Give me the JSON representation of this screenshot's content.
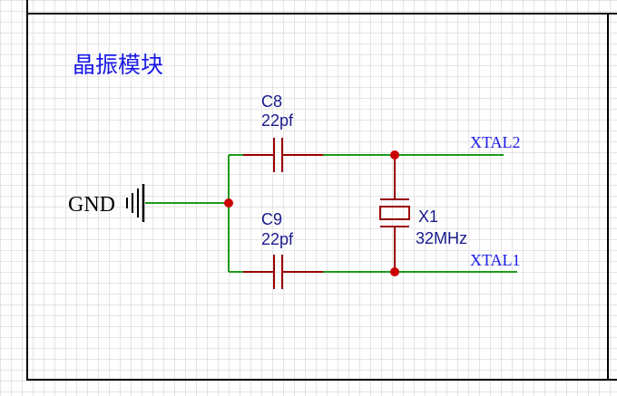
{
  "diagram": {
    "title": "晶振模块",
    "ground_label": "GND",
    "components": {
      "c8": {
        "ref": "C8",
        "value": "22pf"
      },
      "c9": {
        "ref": "C9",
        "value": "22pf"
      },
      "x1": {
        "ref": "X1",
        "value": "32MHz"
      }
    },
    "nets": {
      "xtal2": "XTAL2",
      "xtal1": "XTAL1"
    },
    "colors": {
      "wire": "#1f9a1f",
      "component": "#990000",
      "junction": "#cc0000",
      "label_blue": "#1a1ae6",
      "frame": "#000000"
    }
  }
}
